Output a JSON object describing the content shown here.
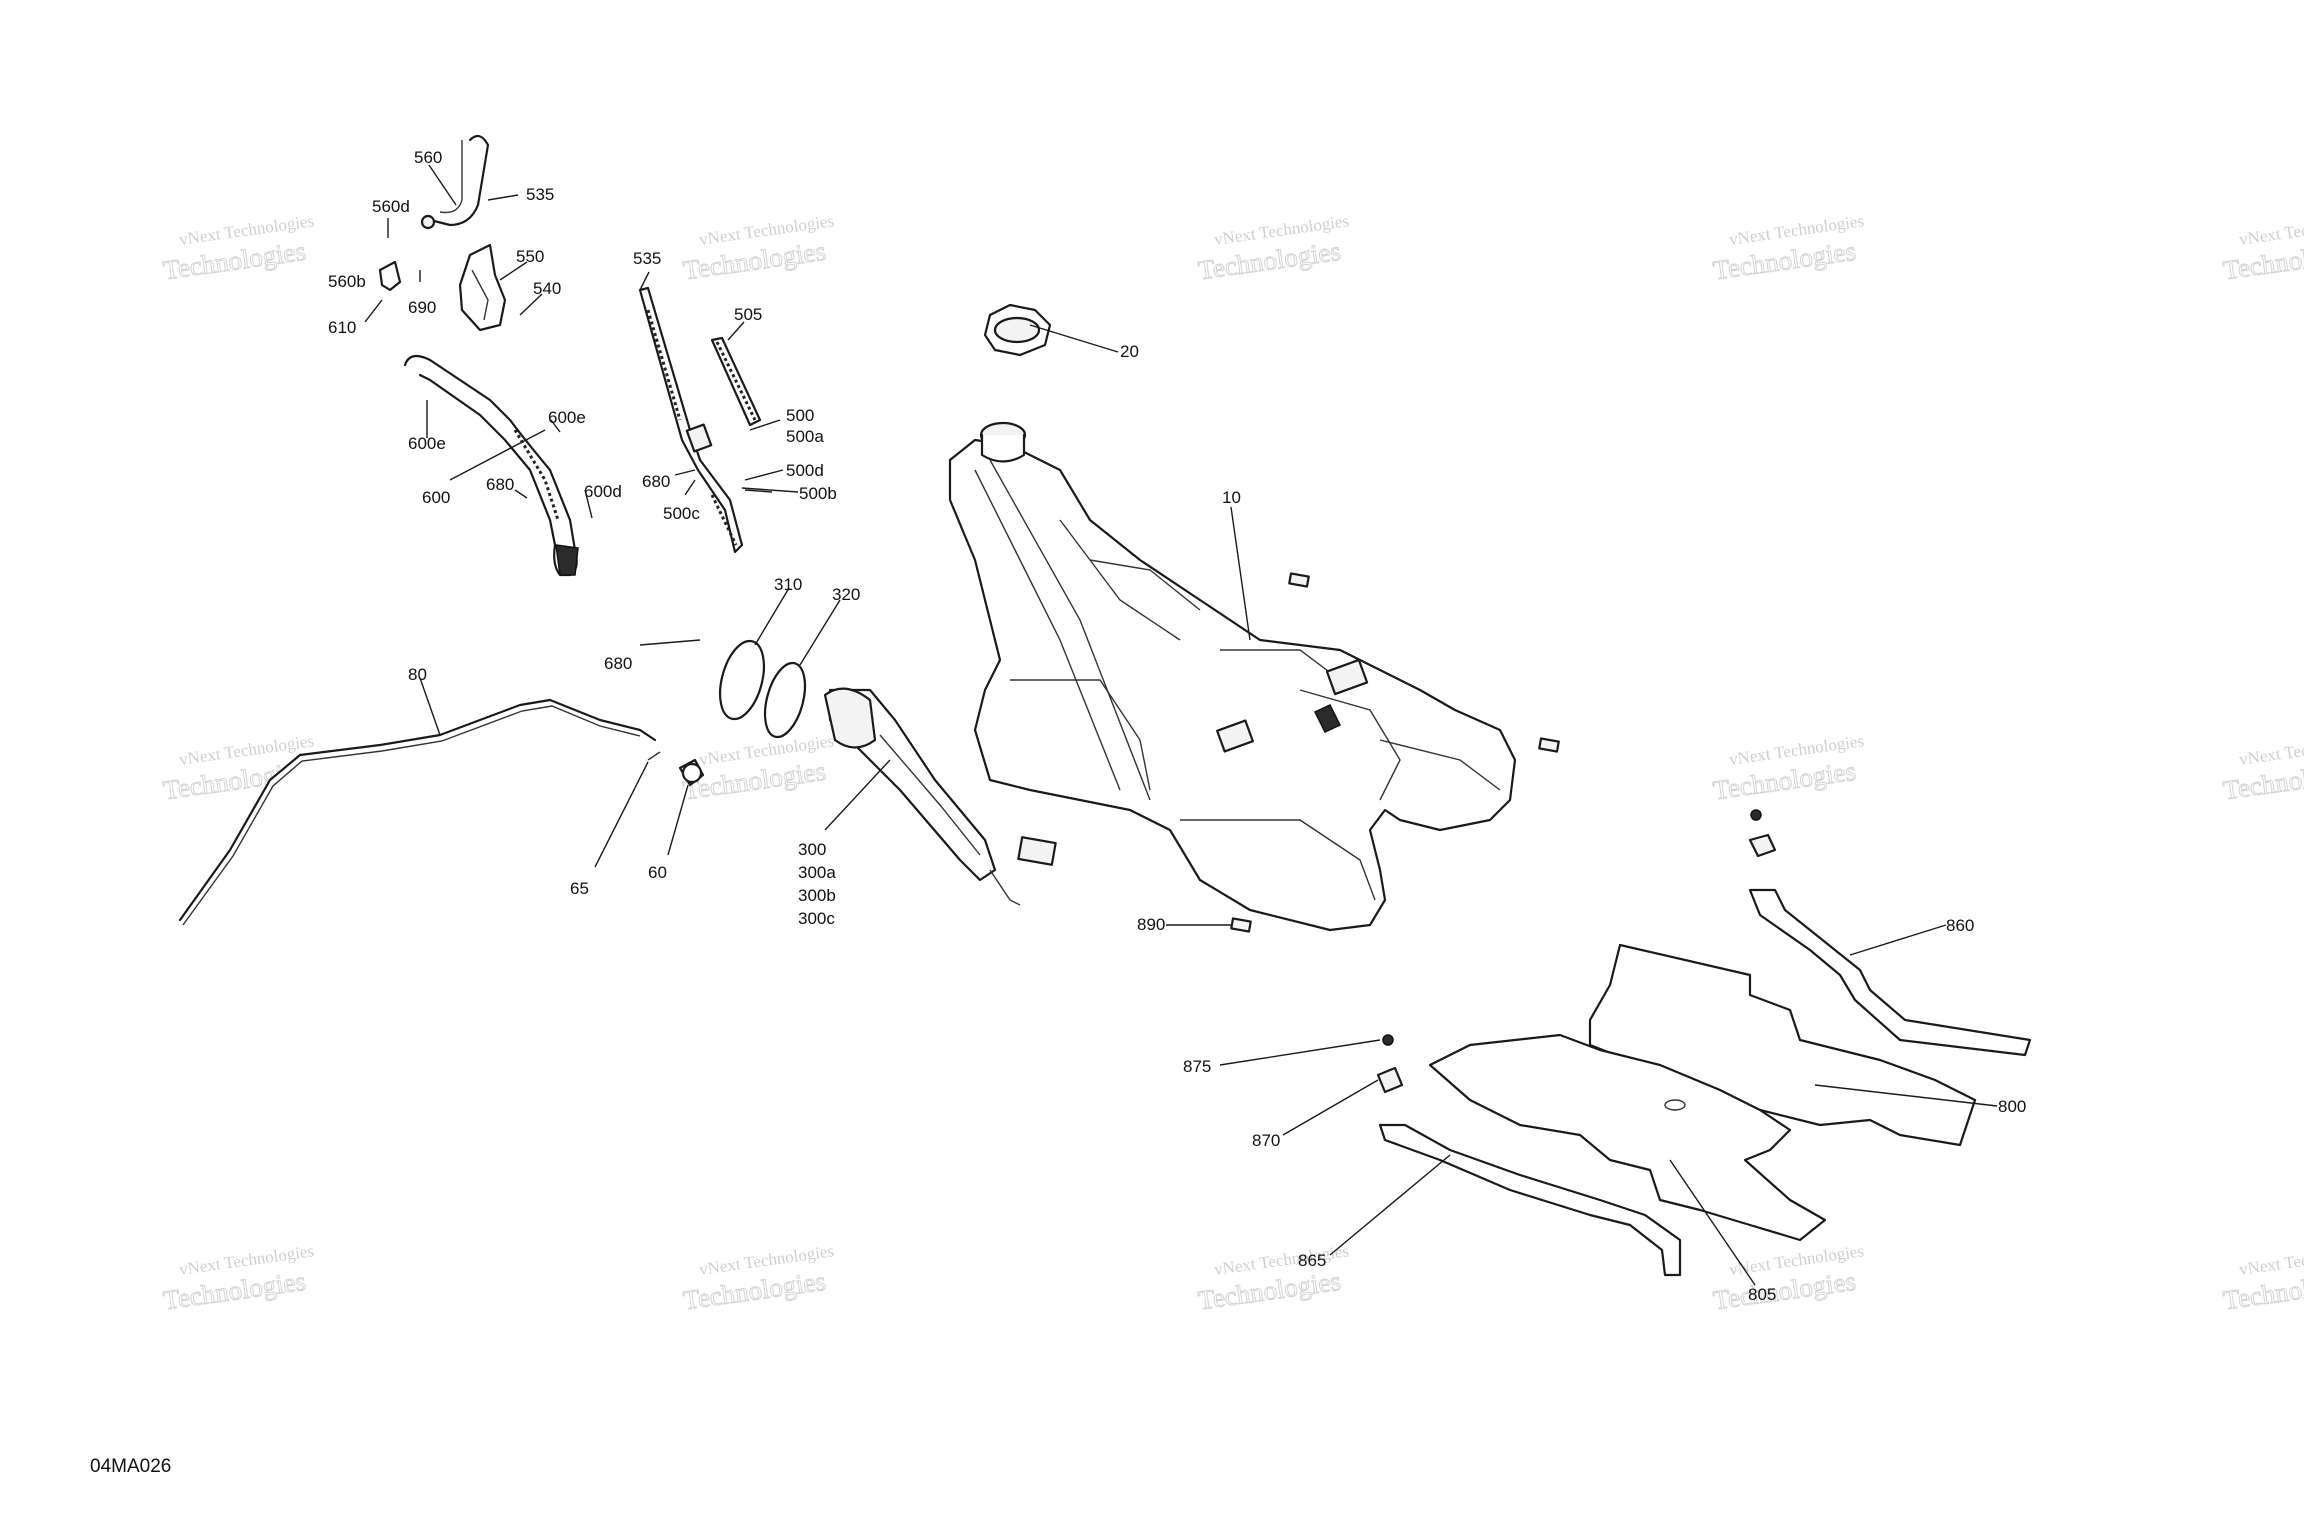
{
  "diagram_id": "04MA026",
  "watermark": {
    "line1": "vNext Technologies",
    "line2": "Technologies"
  },
  "callouts": {
    "c10": "10",
    "c20": "20",
    "c60": "60",
    "c65": "65",
    "c80": "80",
    "c300": "300",
    "c300a": "300a",
    "c300b": "300b",
    "c300c": "300c",
    "c310": "310",
    "c320": "320",
    "c500": "500",
    "c500a": "500a",
    "c500b": "500b",
    "c500c": "500c",
    "c500d": "500d",
    "c505": "505",
    "c535a": "535",
    "c535b": "535",
    "c540": "540",
    "c550": "550",
    "c560": "560",
    "c560b": "560b",
    "c560d": "560d",
    "c600": "600",
    "c600d": "600d",
    "c600e1": "600e",
    "c600e2": "600e",
    "c610": "610",
    "c680a": "680",
    "c680b": "680",
    "c680c": "680",
    "c690": "690",
    "c800": "800",
    "c805": "805",
    "c860": "860",
    "c865": "865",
    "c870": "870",
    "c875": "875",
    "c890": "890"
  }
}
